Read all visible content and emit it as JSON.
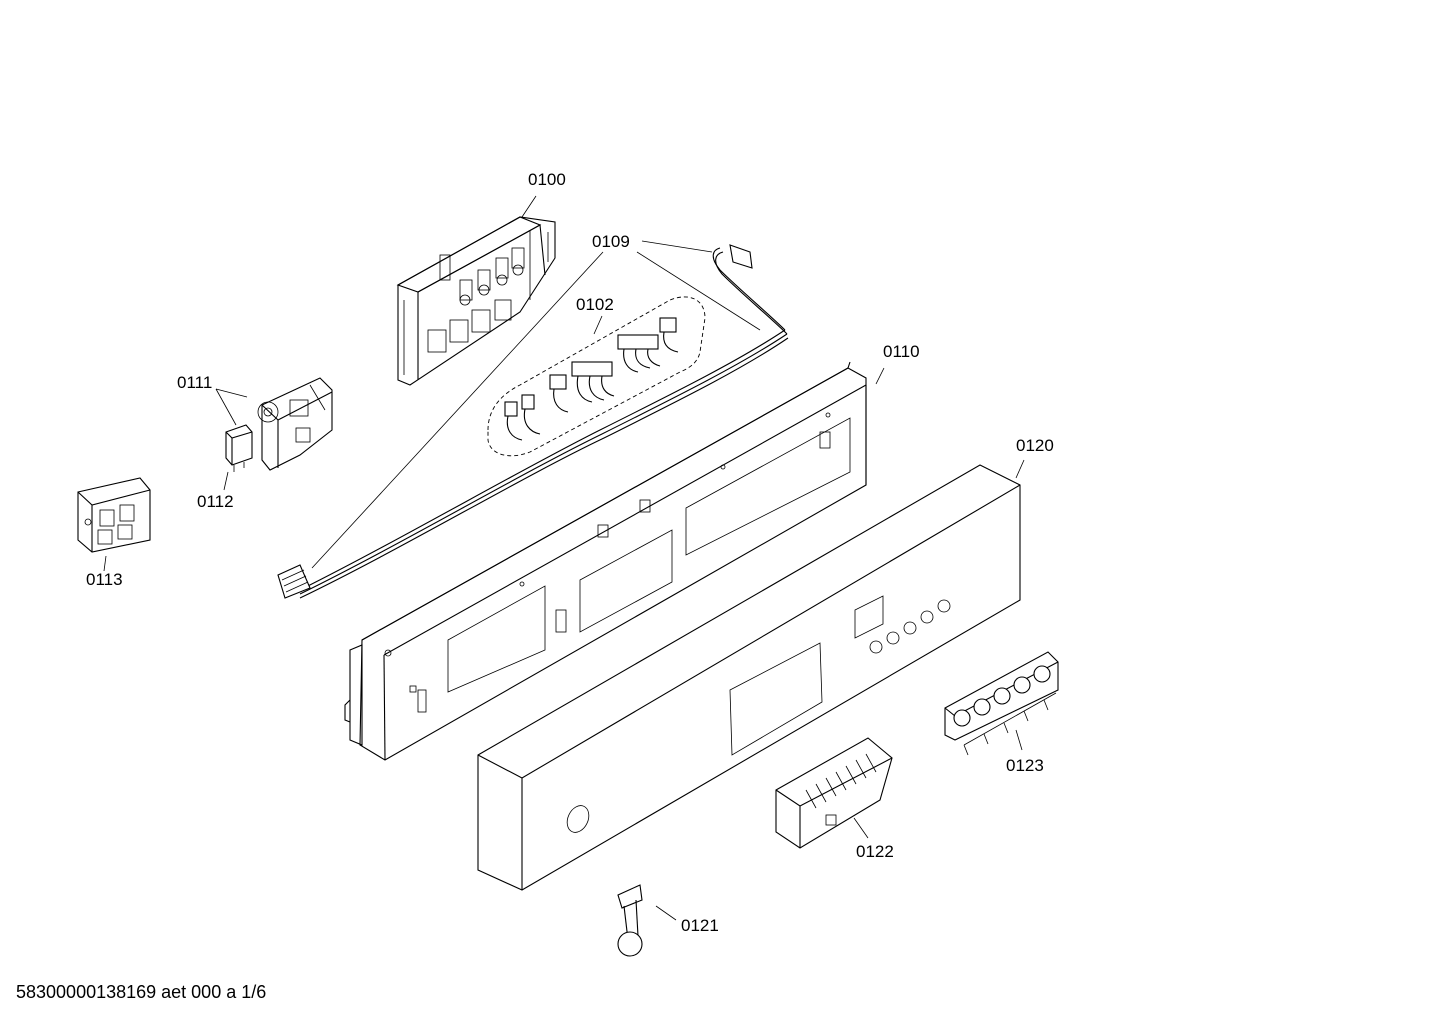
{
  "labels": {
    "p0100": "0100",
    "p0109": "0109",
    "p0102": "0102",
    "p0110": "0110",
    "p0111": "0111",
    "p0112": "0112",
    "p0113": "0113",
    "p0120": "0120",
    "p0121": "0121",
    "p0122": "0122",
    "p0123": "0123"
  },
  "footer": "58300000138169 aet 000 a 1/6"
}
